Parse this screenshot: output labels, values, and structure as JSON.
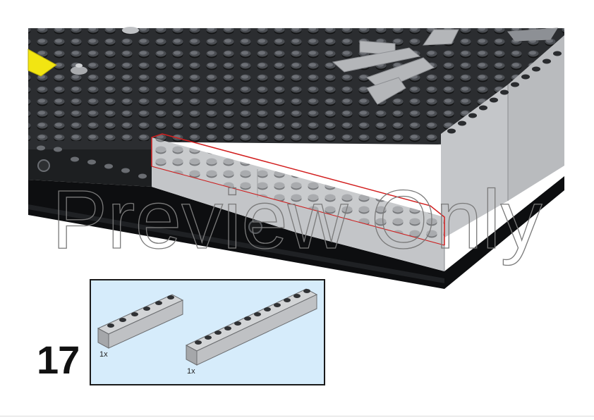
{
  "step": {
    "number": "17"
  },
  "parts": [
    {
      "name": "brick-1x6-light-gray",
      "quantity": "1x"
    },
    {
      "name": "brick-1x12-light-gray",
      "quantity": "1x"
    }
  ],
  "watermark": {
    "text": "Preview Only"
  },
  "colors": {
    "baseplate": "#2a2c2f",
    "stud_light": "#8a8d92",
    "new_brick": "#c9cbcd",
    "callout_bg": "#d6ecfb",
    "highlight": "#d21f1f",
    "accent_yellow": "#f2e512"
  }
}
